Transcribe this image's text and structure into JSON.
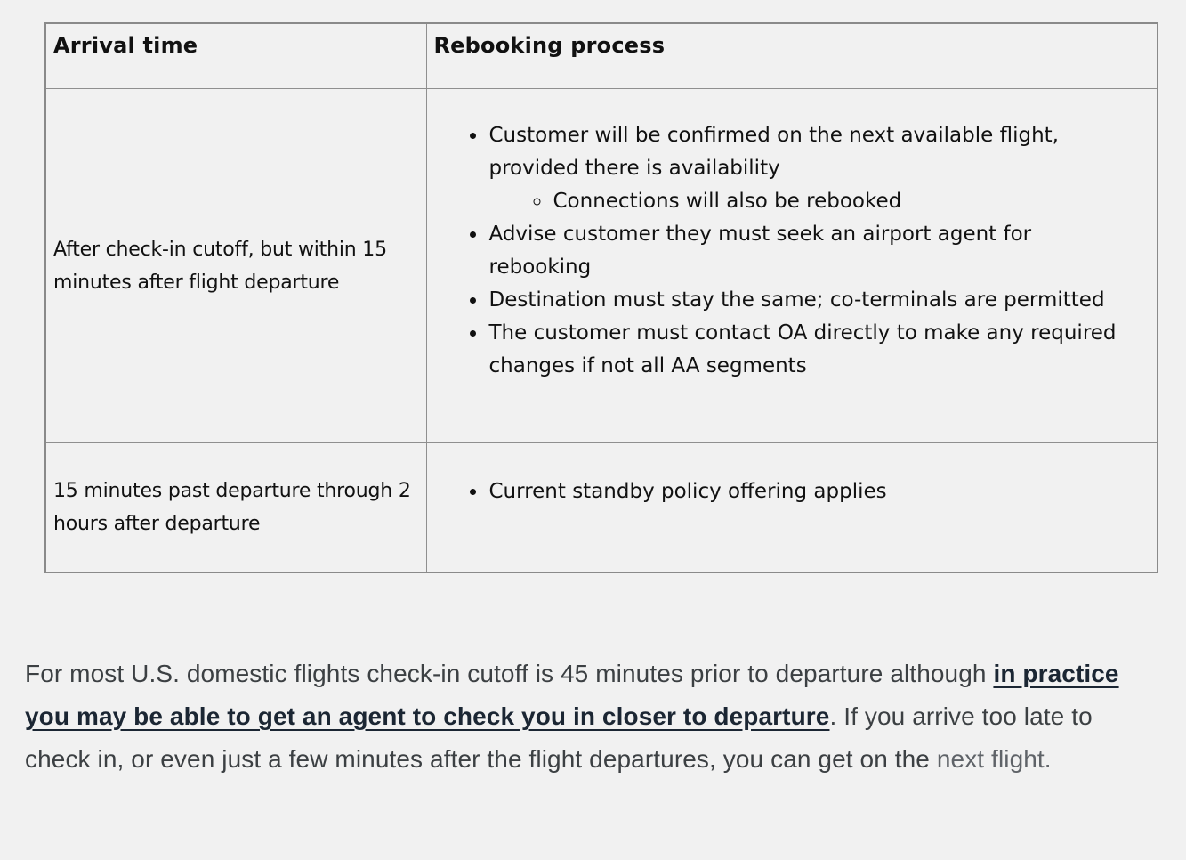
{
  "table": {
    "headers": [
      "Arrival time",
      "Rebooking process"
    ],
    "rows": [
      {
        "arrival_time": "After check-in cutoff, but within 15 minutes after flight departure",
        "rebooking": [
          {
            "level": 1,
            "text": "Customer will be confirmed on the next available flight, provided there is availability"
          },
          {
            "level": 2,
            "text": "Connections will also be rebooked"
          },
          {
            "level": 1,
            "text": "Advise customer they must seek an airport agent for rebooking"
          },
          {
            "level": 1,
            "text": "Destination must stay the same; co-terminals are permitted"
          },
          {
            "level": 1,
            "text": "The customer must contact OA directly to make any required changes if not all AA segments"
          }
        ]
      },
      {
        "arrival_time": "15 minutes past departure through 2 hours after departure",
        "rebooking": [
          {
            "level": 1,
            "text": "Current standby policy offering applies"
          }
        ]
      }
    ]
  },
  "paragraph": {
    "text_before_link": "For most U.S. domestic flights check-in cutoff is 45 minutes prior to departure although ",
    "link_text": "in practice you may be able to get an agent to check you in closer to departure",
    "text_after_link": ". If you arrive too late to check in, or even just a few minutes after the flight departures, you can get on the ",
    "text_muted": "next flight."
  },
  "colors": {
    "page_background": "#f1f1f1",
    "table_border": "#8f8f8f",
    "body_text": "#111111",
    "paragraph_text": "#3c4043",
    "link_color": "#1b2633",
    "muted_text": "#5f6368"
  }
}
